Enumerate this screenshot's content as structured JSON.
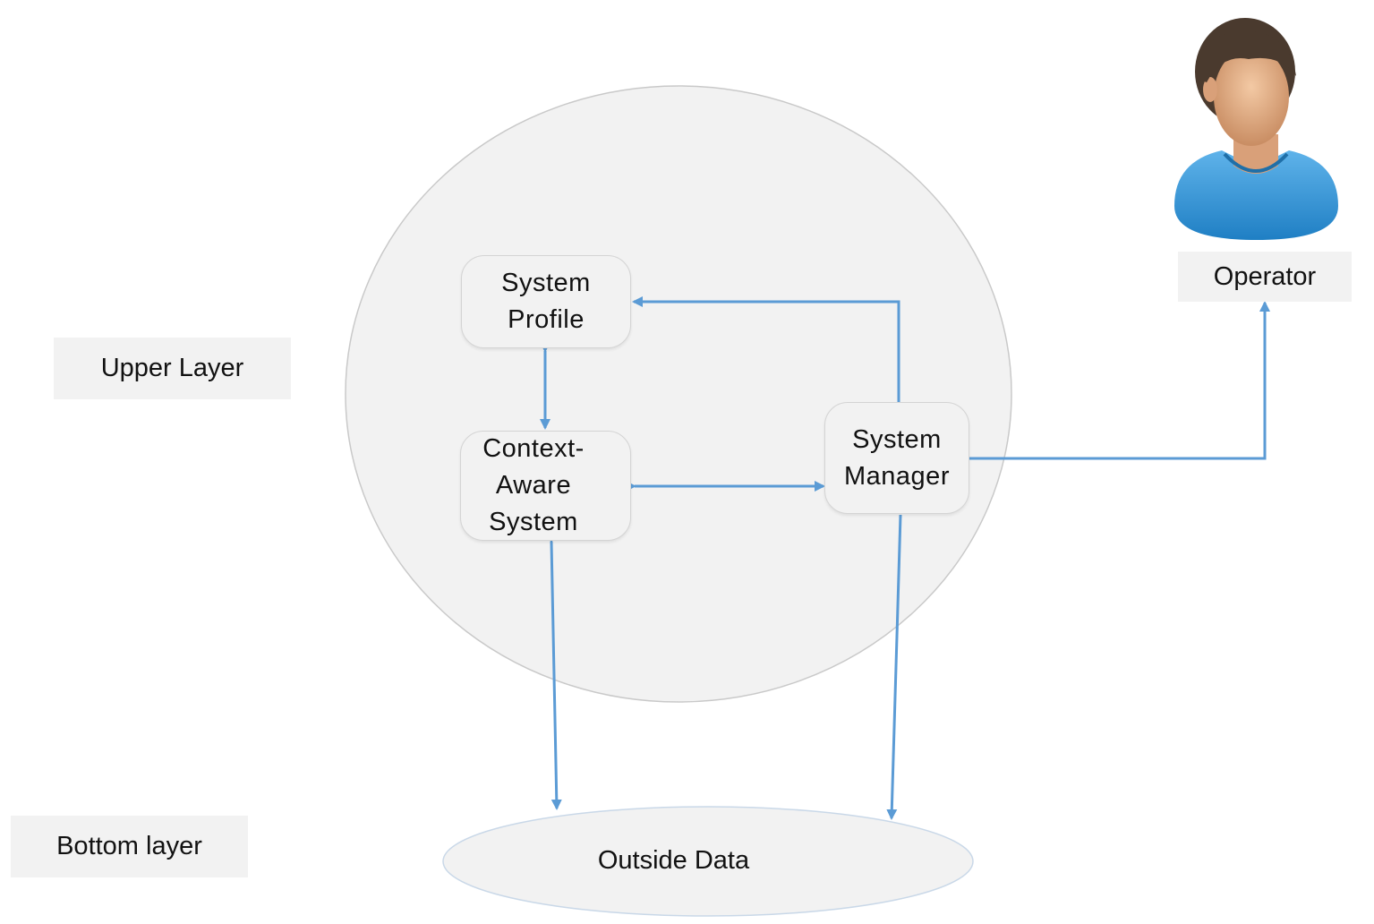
{
  "layers": {
    "upper_label": "Upper Layer",
    "bottom_label": "Bottom layer"
  },
  "nodes": {
    "system_profile": "System\nProfile",
    "context_aware": "Context-\nAware\nSystem",
    "system_manager": "System\nManager",
    "outside_data": "Outside Data"
  },
  "operator": {
    "label": "Operator",
    "icon": "user-avatar-icon"
  },
  "colors": {
    "arrow": "#5b9bd5",
    "node_fill": "#f2f2f2",
    "circle_fill": "#f2f2f2",
    "shirt": "#3a9ad9",
    "hair": "#4a3a2e",
    "skin": "#e6b48f"
  }
}
